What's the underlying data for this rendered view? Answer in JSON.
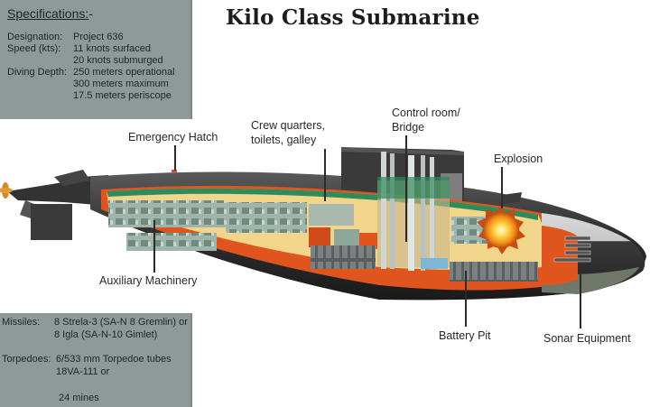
{
  "title": "Kilo Class Submarine",
  "specifications": {
    "heading": "Specifications:",
    "heading_suffix": "-",
    "rows": [
      {
        "label": "Designation:",
        "value": "Project 636"
      },
      {
        "label": "Speed (kts):",
        "value": "11 knots surfaced"
      },
      {
        "label": "",
        "value": "20 knots submurged"
      },
      {
        "label": "Diving Depth:",
        "value": "250 meters operational"
      },
      {
        "label": "",
        "value": "300 meters maximum"
      },
      {
        "label": "",
        "value": "17.5 meters periscope"
      }
    ]
  },
  "armament": {
    "rows": [
      {
        "label": "Missiles:",
        "value": "8 Strela-3 (SA-N 8 Gremlin) or"
      },
      {
        "label": "",
        "value": "8 Igla (SA-N-10 Gimlet)"
      },
      {
        "label": "Torpedoes:",
        "value": "6/533 mm Torpedoe tubes"
      },
      {
        "label": "",
        "value": "18VA-111 or"
      },
      {
        "label": "",
        "value": " 24 mines"
      }
    ]
  },
  "callouts": {
    "emergency_hatch": "Emergency Hatch",
    "crew_quarters_1": "Crew quarters,",
    "crew_quarters_2": "toilets, galley",
    "control_room_1": "Control room/",
    "control_room_2": "Bridge",
    "explosion": "Explosion",
    "auxiliary_machinery": "Auxiliary Machinery",
    "battery_pit": "Battery Pit",
    "sonar_equipment": "Sonar Equipment"
  },
  "colors": {
    "panel": "#8e9a9a",
    "hull": "#3a3a3a",
    "interior_orange": "#e0541e",
    "interior_cream": "#f0d58a",
    "interior_green": "#2f8a5c",
    "machinery": "#8fa79b"
  }
}
